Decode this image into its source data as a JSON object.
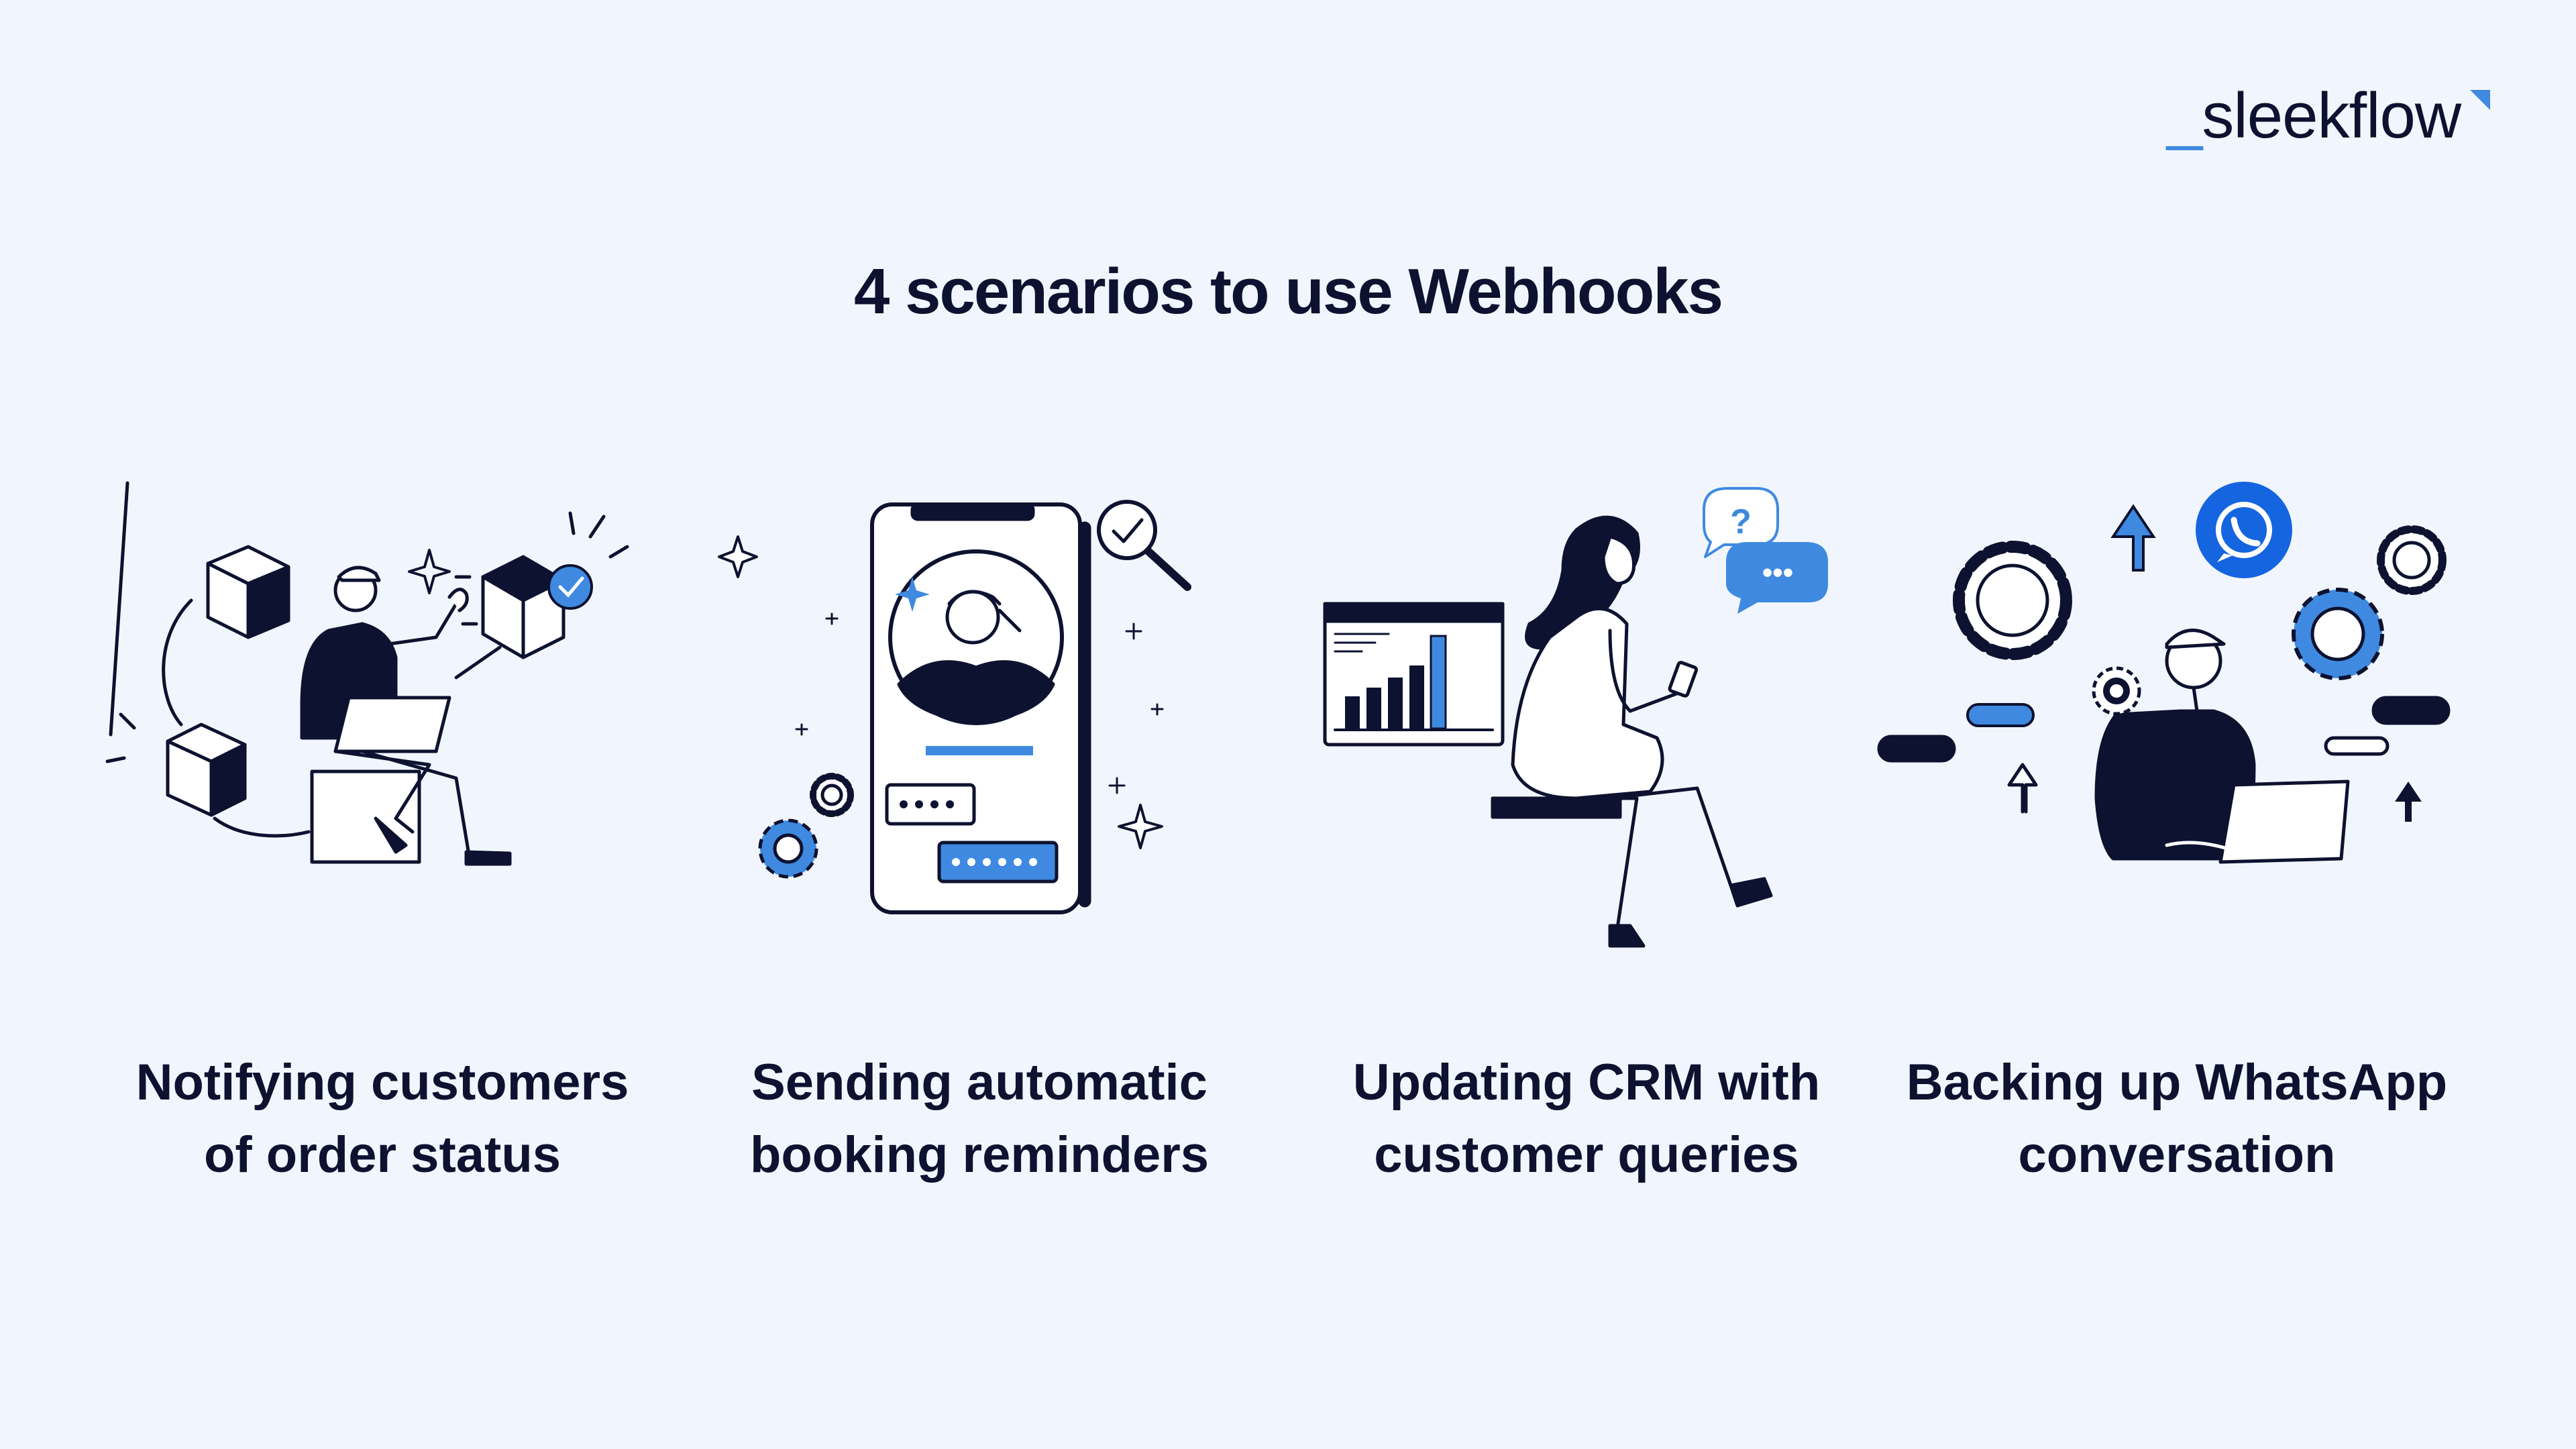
{
  "brand": {
    "logo_underscore": "_",
    "logo_text": "sleekflow",
    "accent": "#3F8AE0",
    "ink": "#0D1230",
    "background": "#F1F6FE"
  },
  "title": "4 scenarios to use Webhooks",
  "scenarios": [
    {
      "illustration": "person-with-laptop-and-cubes",
      "line1": "Notifying customers",
      "line2": "of order status"
    },
    {
      "illustration": "phone-with-booking-reminder",
      "line1": "Sending automatic",
      "line2": "booking reminders"
    },
    {
      "illustration": "woman-with-crm-chart-and-chat-bubbles",
      "line1": "Updating CRM with",
      "line2": "customer queries",
      "bubble_question": "?",
      "bubble_typing": "•••"
    },
    {
      "illustration": "person-with-laptop-gears-and-whatsapp",
      "line1": "Backing up WhatsApp",
      "line2": "conversation"
    }
  ]
}
